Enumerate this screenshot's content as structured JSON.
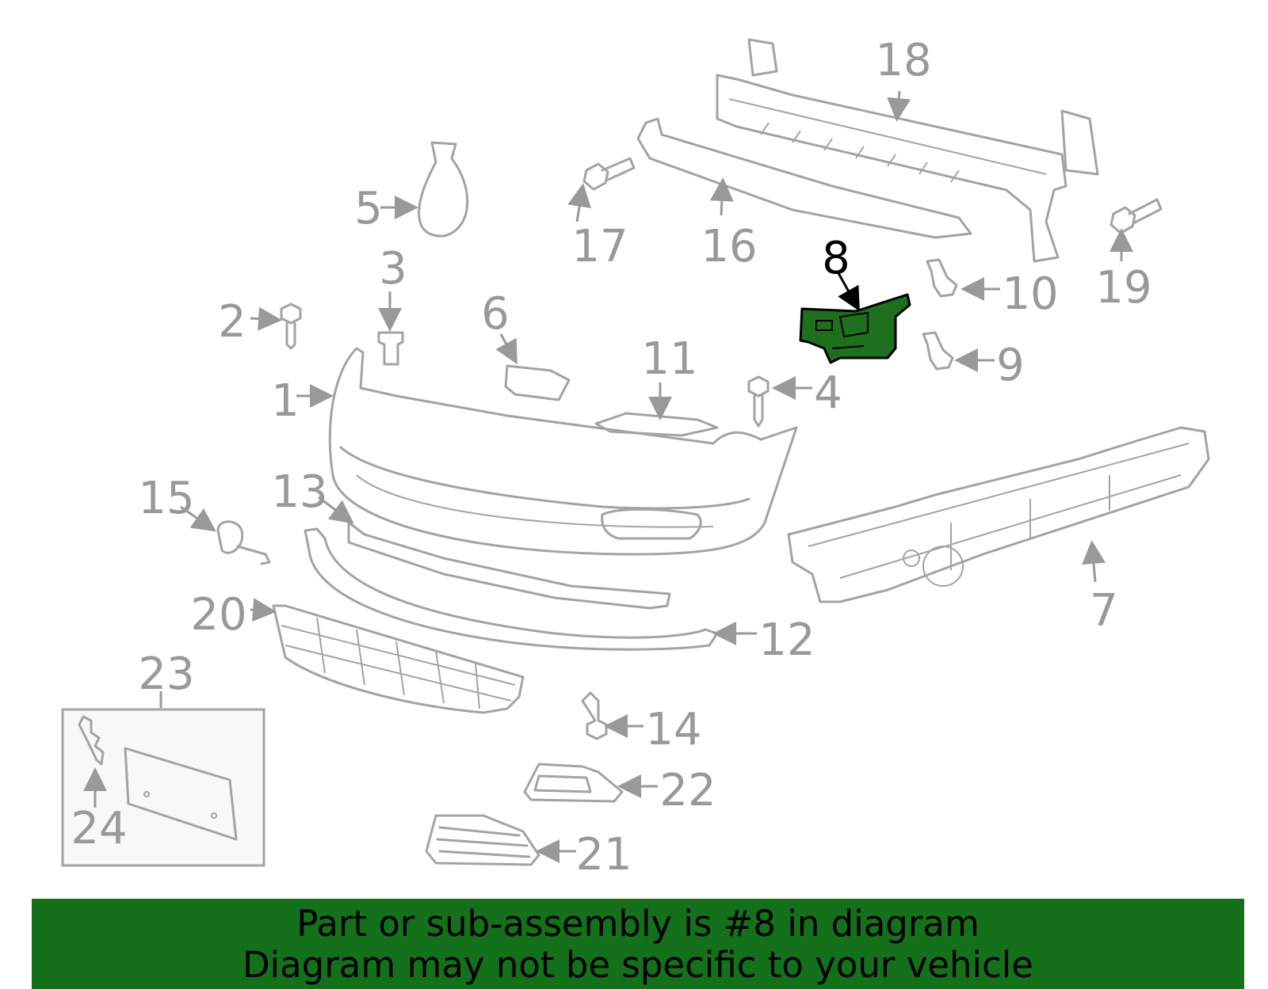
{
  "callouts": {
    "c1": "1",
    "c2": "2",
    "c3": "3",
    "c4": "4",
    "c5": "5",
    "c6": "6",
    "c7": "7",
    "c8": "8",
    "c9": "9",
    "c10": "10",
    "c11": "11",
    "c12": "12",
    "c13": "13",
    "c14": "14",
    "c15": "15",
    "c16": "16",
    "c17": "17",
    "c18": "18",
    "c19": "19",
    "c20": "20",
    "c21": "21",
    "c22": "22",
    "c23": "23",
    "c24": "24"
  },
  "highlight": {
    "part": "8",
    "color": "#1e6f1e"
  },
  "banner": {
    "line1": "Part or sub-assembly is #8 in diagram",
    "line2": "Diagram may not be specific to your vehicle",
    "color": "#14701a"
  }
}
